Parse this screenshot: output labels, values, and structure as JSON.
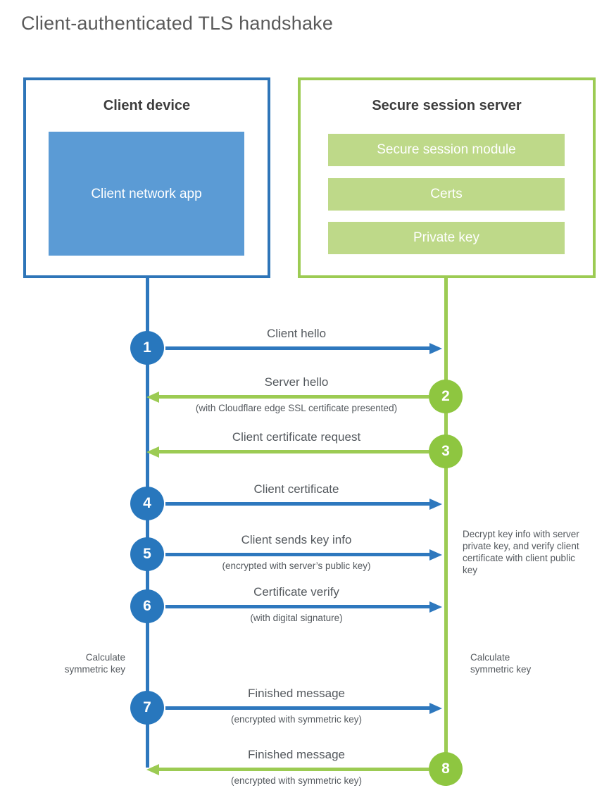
{
  "diagram": {
    "title": "Client-authenticated TLS handshake"
  },
  "client_box": {
    "title": "Client device",
    "app_label": "Client network app"
  },
  "server_box": {
    "title": "Secure session server",
    "modules": [
      "Secure session module",
      "Certs",
      "Private key"
    ]
  },
  "steps": [
    {
      "num": "1",
      "from": "client",
      "direction": "right",
      "label": "Client hello",
      "sub": ""
    },
    {
      "num": "2",
      "from": "server",
      "direction": "left",
      "label": "Server hello",
      "sub": "(with Cloudflare edge SSL certificate presented)"
    },
    {
      "num": "3",
      "from": "server",
      "direction": "left",
      "label": "Client certificate request",
      "sub": ""
    },
    {
      "num": "4",
      "from": "client",
      "direction": "right",
      "label": "Client certificate",
      "sub": ""
    },
    {
      "num": "5",
      "from": "client",
      "direction": "right",
      "label": "Client sends key info",
      "sub": "(encrypted with server’s public key)"
    },
    {
      "num": "6",
      "from": "client",
      "direction": "right",
      "label": "Certificate verify",
      "sub": "(with digital signature)"
    },
    {
      "num": "7",
      "from": "client",
      "direction": "right",
      "label": "Finished message",
      "sub": "(encrypted with symmetric key)"
    },
    {
      "num": "8",
      "from": "server",
      "direction": "left",
      "label": "Finished message",
      "sub": "(encrypted with symmetric key)"
    }
  ],
  "annotations": {
    "decrypt_note": "Decrypt key info with server private key, and verify client certificate with client public key",
    "calculate_left": "Calculate symmetric key",
    "calculate_right": "Calculate symmetric key"
  },
  "colors": {
    "blue_primary": "#2e78be",
    "blue_fill": "#5b9bd5",
    "green_primary": "#8ec640",
    "green_line": "#9ccb53",
    "green_fill": "#bed989",
    "text_gray": "#54595e"
  }
}
